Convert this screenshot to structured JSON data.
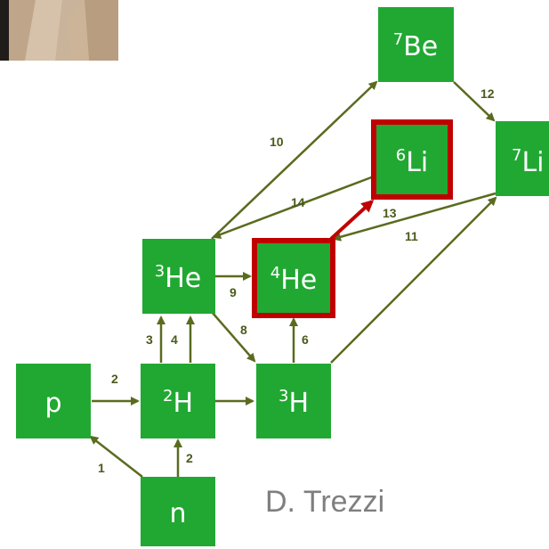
{
  "colors": {
    "node_fill": "#21a832",
    "arrow": "#5a6b1f",
    "highlight": "#c00000",
    "credit_text": "#7f7f7f"
  },
  "photo": {
    "description_icon": "person-photo-icon"
  },
  "nodes": {
    "be7": {
      "mass": "7",
      "symbol": "Be"
    },
    "li6": {
      "mass": "6",
      "symbol": "Li"
    },
    "li7": {
      "mass": "7",
      "symbol": "Li"
    },
    "he3": {
      "mass": "3",
      "symbol": "He"
    },
    "he4": {
      "mass": "4",
      "symbol": "He"
    },
    "p": {
      "mass": "",
      "symbol": "p"
    },
    "h2": {
      "mass": "2",
      "symbol": "H"
    },
    "h3": {
      "mass": "3",
      "symbol": "H"
    },
    "n": {
      "mass": "",
      "symbol": "n"
    }
  },
  "edges": {
    "e1": "1",
    "e2a": "2",
    "e2b": "2",
    "e3": "3",
    "e4": "4",
    "e6": "6",
    "e8": "8",
    "e9": "9",
    "e10": "10",
    "e11": "11",
    "e12": "12",
    "e13": "13",
    "e14": "14"
  },
  "credit": "D. Trezzi"
}
